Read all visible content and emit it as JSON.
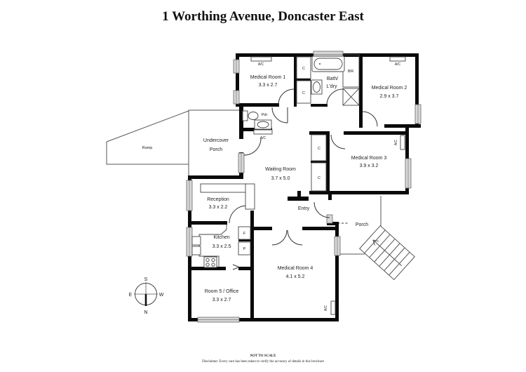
{
  "page": {
    "title": "1 Worthing Avenue, Doncaster East",
    "not_to_scale": "NOT TO SCALE",
    "disclaimer": "Disclaimer: Every care has been taken to verify the accuracy of details in this brochure"
  },
  "rooms": {
    "medical1": {
      "name": "Medical Room 1",
      "dims": "3.3 x 2.7"
    },
    "medical2": {
      "name": "Medical Room 2",
      "dims": "2.9 x 3.7"
    },
    "medical3": {
      "name": "Medical Room 3",
      "dims": "3.9 x 3.2"
    },
    "medical4": {
      "name": "Medical Room 4",
      "dims": "4.1 x 5.2"
    },
    "waiting": {
      "name": "Waiting Room",
      "dims": "3.7 x 5.0"
    },
    "reception": {
      "name": "Reception",
      "dims": "3.3 x 2.2"
    },
    "kitchen": {
      "name": "Kitchen",
      "dims": "3.3 x 2.5"
    },
    "room5": {
      "name": "Room 5 / Office",
      "dims": "3.3 x 2.7"
    },
    "bath": {
      "line1": "Bath/",
      "line2": "L'dry"
    },
    "undercover_porch": {
      "line1": "Undercover",
      "line2": "Porch"
    },
    "pdr": "Pdr",
    "entry": "Entry",
    "porch": "Porch",
    "ramp": "Ramp"
  },
  "labels": {
    "ac": "A/C",
    "closet": "C",
    "bir": "BIR",
    "fridge": "F",
    "pantry": "P"
  },
  "compass": {
    "n": "N",
    "s": "S",
    "e": "E",
    "w": "W"
  },
  "colors": {
    "wall": "#0a0a0a",
    "window": "#d8d8d8"
  }
}
